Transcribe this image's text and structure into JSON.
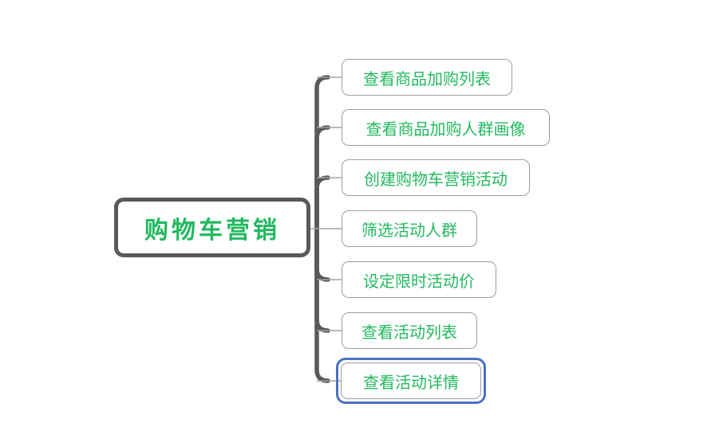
{
  "diagram": {
    "type": "mindmap",
    "root": {
      "label": "购物车营销"
    },
    "children": [
      {
        "label": "查看商品加购列表",
        "selected": false
      },
      {
        "label": "查看商品加购人群画像",
        "selected": false
      },
      {
        "label": "创建购物车营销活动",
        "selected": false
      },
      {
        "label": "筛选活动人群",
        "selected": false
      },
      {
        "label": "设定限时活动价",
        "selected": false
      },
      {
        "label": "查看活动列表",
        "selected": false
      },
      {
        "label": "查看活动详情",
        "selected": true
      }
    ],
    "colors": {
      "topic_text_green": "#23b95f",
      "root_border_gray": "#595959",
      "child_border_gray": "#9e9e9e",
      "connector_thin_gray": "#a3a3a3",
      "connector_thick_gray": "#595959",
      "selection_blue": "#4a72c4",
      "background": "#ffffff"
    }
  }
}
